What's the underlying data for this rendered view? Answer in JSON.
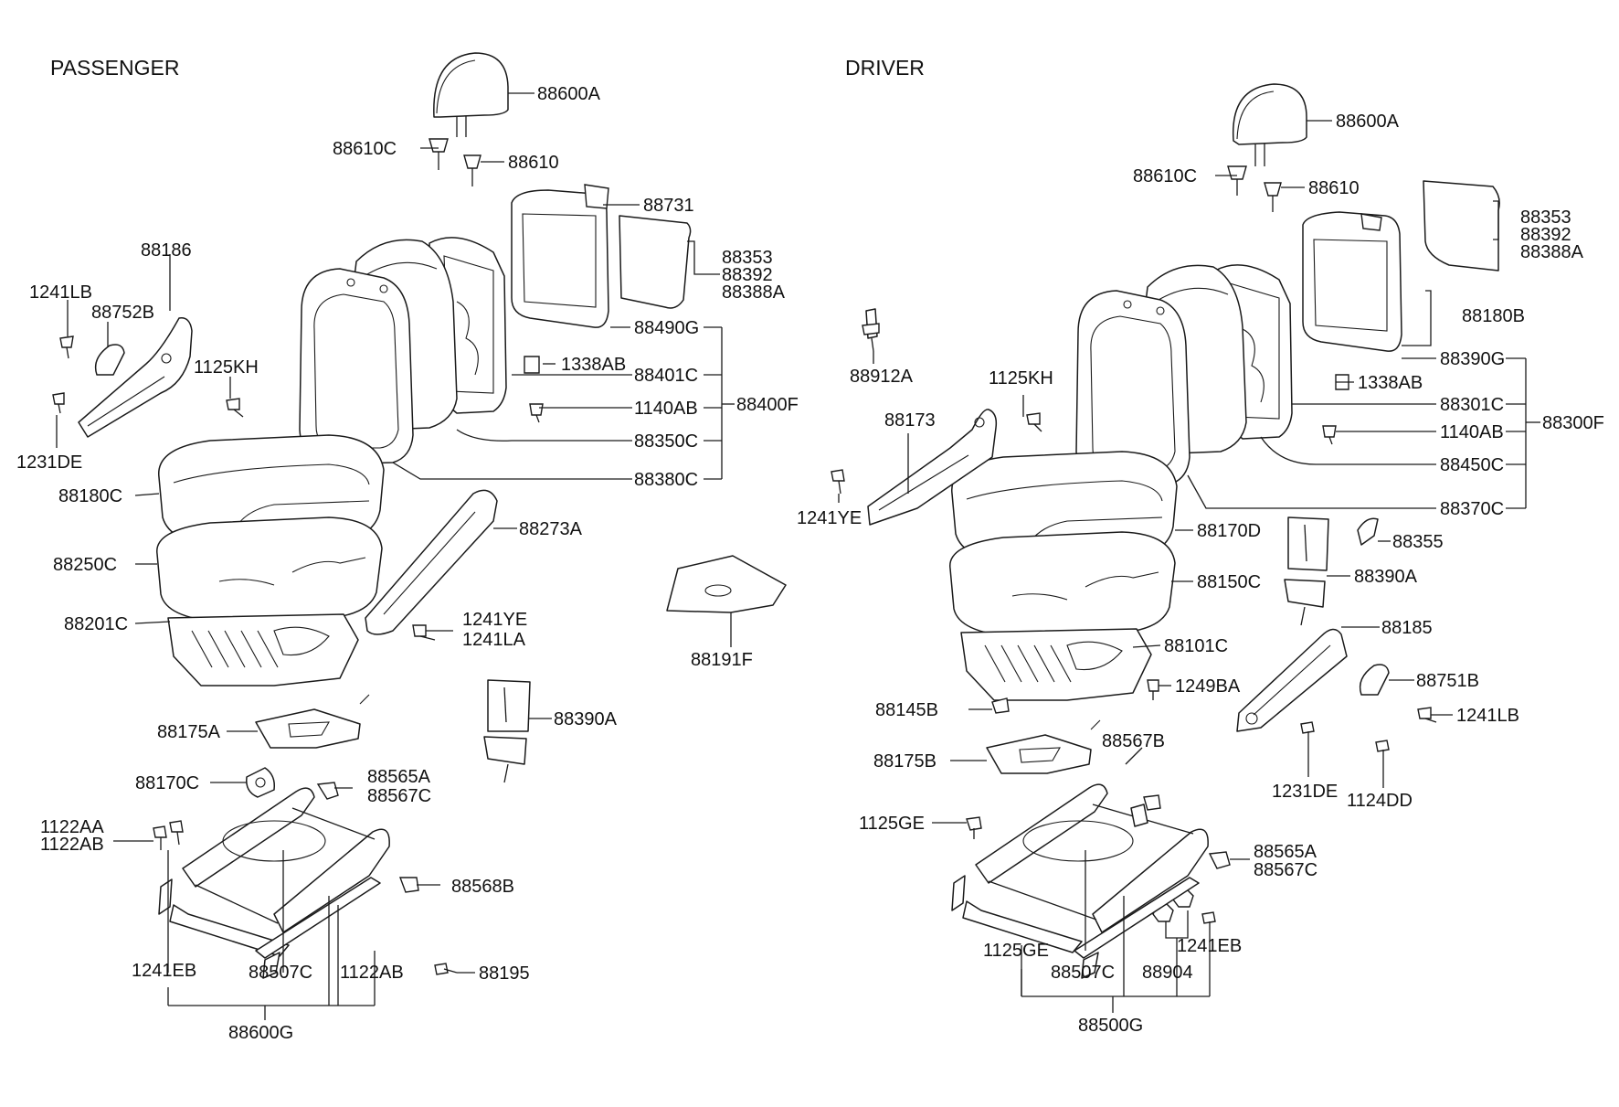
{
  "sections": {
    "passenger_title": "PASSENGER",
    "driver_title": "DRIVER"
  },
  "passenger_labels": {
    "p88600A": "88600A",
    "p88610C": "88610C",
    "p88610": "88610",
    "p88731": "88731",
    "p88353": "88353",
    "p88392": "88392",
    "p88388A": "88388A",
    "p88186": "88186",
    "p1241LB": "1241LB",
    "p88752B": "88752B",
    "p1125KH": "1125KH",
    "p1231DE": "1231DE",
    "p88490G": "88490G",
    "p1338AB": "1338AB",
    "p88401C": "88401C",
    "p1140AB": "1140AB",
    "p88400F": "88400F",
    "p88350C": "88350C",
    "p88380C": "88380C",
    "p88180C": "88180C",
    "p88273A": "88273A",
    "p88250C": "88250C",
    "p88201C": "88201C",
    "p1241YE": "1241YE",
    "p1241LA": "1241LA",
    "p88191F": "88191F",
    "p88175A": "88175A",
    "p88390A": "88390A",
    "p88170C": "88170C",
    "p88565A": "88565A",
    "p88567C": "88567C",
    "p1122AA": "1122AA",
    "p1122AB": "1122AB",
    "p88568B": "88568B",
    "p1241EB": "1241EB",
    "p88507C": "88507C",
    "p1122AB_b": "1122AB",
    "p88195": "88195",
    "p88600G": "88600G"
  },
  "driver_labels": {
    "d88600A": "88600A",
    "d88610C": "88610C",
    "d88610": "88610",
    "d88353": "88353",
    "d88392": "88392",
    "d88388A": "88388A",
    "d88180B": "88180B",
    "d88912A": "88912A",
    "d88390G": "88390G",
    "d1125KH": "1125KH",
    "d1338AB": "1338AB",
    "d88301C": "88301C",
    "d88300F": "88300F",
    "d88173": "88173",
    "d1140AB": "1140AB",
    "d88450C": "88450C",
    "d1241YE": "1241YE",
    "d88370C": "88370C",
    "d88170D": "88170D",
    "d88355": "88355",
    "d88390A": "88390A",
    "d88150C": "88150C",
    "d88185": "88185",
    "d88101C": "88101C",
    "d1249BA": "1249BA",
    "d88751B": "88751B",
    "d88145B": "88145B",
    "d1241LB": "1241LB",
    "d88567B": "88567B",
    "d88175B": "88175B",
    "d1231DE": "1231DE",
    "d1124DD": "1124DD",
    "d1125GE": "1125GE",
    "d88565A": "88565A",
    "d88567C": "88567C",
    "d1241EB": "1241EB",
    "d1125GE_b": "1125GE",
    "d88507C": "88507C",
    "d88904": "88904",
    "d88500G": "88500G"
  }
}
